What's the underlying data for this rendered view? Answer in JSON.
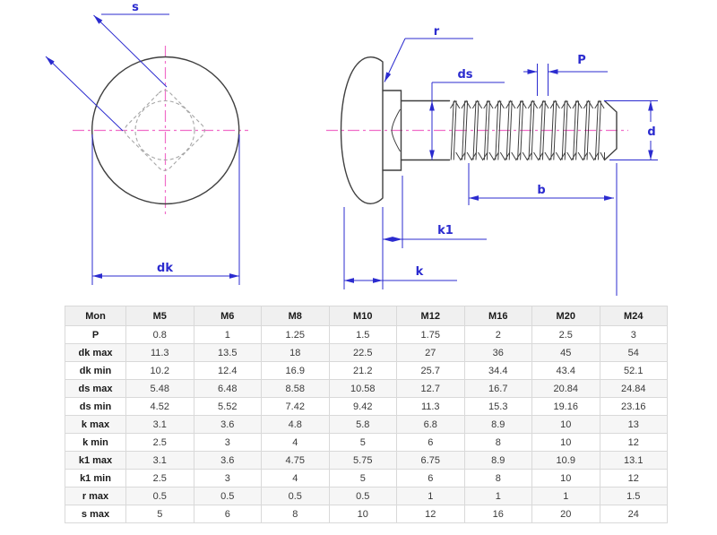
{
  "drawing": {
    "labels": {
      "s": "s",
      "dk": "dk",
      "r": "r",
      "ds": "ds",
      "p": "P",
      "d": "d",
      "b": "b",
      "k1": "k1",
      "k": "k"
    },
    "colors": {
      "dimension": "#2b2bcf",
      "centerline": "#f06ec8",
      "outline": "#3f3f3f",
      "hidden": "#a6a6a6"
    }
  },
  "table": {
    "columns": [
      "Mon",
      "M5",
      "M6",
      "M8",
      "M10",
      "M12",
      "M16",
      "M20",
      "M24"
    ],
    "rows": [
      {
        "label": "P",
        "values": [
          "0.8",
          "1",
          "1.25",
          "1.5",
          "1.75",
          "2",
          "2.5",
          "3"
        ]
      },
      {
        "label": "dk max",
        "values": [
          "11.3",
          "13.5",
          "18",
          "22.5",
          "27",
          "36",
          "45",
          "54"
        ]
      },
      {
        "label": "dk min",
        "values": [
          "10.2",
          "12.4",
          "16.9",
          "21.2",
          "25.7",
          "34.4",
          "43.4",
          "52.1"
        ]
      },
      {
        "label": "ds max",
        "values": [
          "5.48",
          "6.48",
          "8.58",
          "10.58",
          "12.7",
          "16.7",
          "20.84",
          "24.84"
        ]
      },
      {
        "label": "ds min",
        "values": [
          "4.52",
          "5.52",
          "7.42",
          "9.42",
          "11.3",
          "15.3",
          "19.16",
          "23.16"
        ]
      },
      {
        "label": "k max",
        "values": [
          "3.1",
          "3.6",
          "4.8",
          "5.8",
          "6.8",
          "8.9",
          "10",
          "13"
        ]
      },
      {
        "label": "k min",
        "values": [
          "2.5",
          "3",
          "4",
          "5",
          "6",
          "8",
          "10",
          "12"
        ]
      },
      {
        "label": "k1 max",
        "values": [
          "3.1",
          "3.6",
          "4.75",
          "5.75",
          "6.75",
          "8.9",
          "10.9",
          "13.1"
        ]
      },
      {
        "label": "k1 min",
        "values": [
          "2.5",
          "3",
          "4",
          "5",
          "6",
          "8",
          "10",
          "12"
        ]
      },
      {
        "label": "r max",
        "values": [
          "0.5",
          "0.5",
          "0.5",
          "0.5",
          "1",
          "1",
          "1",
          "1.5"
        ]
      },
      {
        "label": "s max",
        "values": [
          "5",
          "6",
          "8",
          "10",
          "12",
          "16",
          "20",
          "24"
        ]
      }
    ]
  }
}
